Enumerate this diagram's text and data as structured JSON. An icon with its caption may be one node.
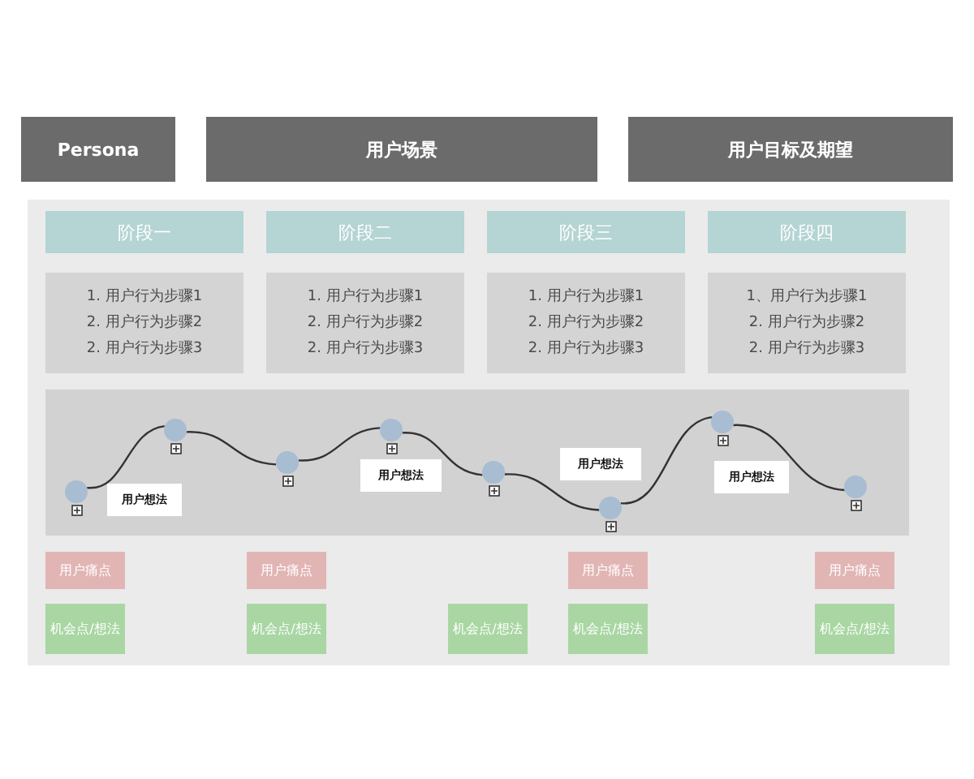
{
  "diagram": {
    "nodes": [
      {
        "text": [
          "Persona"
        ]
      },
      {
        "text": [
          "用户场景"
        ]
      },
      {
        "text": [
          "用户目标及期望"
        ]
      },
      {
        "text": [],
        "shape": "box"
      },
      {
        "text": [
          "阶段一"
        ],
        "in": 3
      },
      {
        "text": [
          "阶段二"
        ],
        "in": 3
      },
      {
        "text": [
          "阶段三"
        ],
        "in": 3
      },
      {
        "text": [
          "阶段四"
        ],
        "in": 3
      },
      {
        "text": [
          "1. 用户行为步骤1",
          "2. 用户行为步骤2",
          "2. 用户行为步骤3"
        ],
        "in": 3
      },
      {
        "text": [
          "1. 用户行为步骤1",
          "2. 用户行为步骤2",
          "2. 用户行为步骤3"
        ],
        "in": 3
      },
      {
        "text": [
          "1. 用户行为步骤1",
          "2. 用户行为步骤2",
          "2. 用户行为步骤3"
        ],
        "in": 3
      },
      {
        "text": [
          "1、用户行为步骤1",
          "2. 用户行为步骤2",
          "2. 用户行为步骤3"
        ],
        "in": 3
      },
      {
        "text": [],
        "shape": "box",
        "in": 3
      },
      {
        "text": [],
        "shape": "circle",
        "in": 12
      },
      {
        "text": [],
        "shape": "circle",
        "in": 12
      },
      {
        "text": [],
        "shape": "circle",
        "in": 12
      },
      {
        "text": [],
        "shape": "circle",
        "in": 12
      },
      {
        "text": [],
        "shape": "circle",
        "in": 12
      },
      {
        "text": [],
        "shape": "circle",
        "in": 12
      },
      {
        "text": [],
        "shape": "circle",
        "in": 12
      },
      {
        "text": [],
        "shape": "circle",
        "in": 12
      },
      {
        "text": [
          "用户想法"
        ],
        "in": 12
      },
      {
        "text": [
          "用户想法"
        ],
        "in": 12
      },
      {
        "text": [
          "用户想法"
        ],
        "in": 12
      },
      {
        "text": [
          "用户想法"
        ],
        "in": 12
      },
      {
        "text": [
          "用户痛点"
        ],
        "in": 3
      },
      {
        "text": [
          "用户痛点"
        ],
        "in": 3
      },
      {
        "text": [
          "用户痛点"
        ],
        "in": 3
      },
      {
        "text": [
          "用户痛点"
        ],
        "in": 3
      },
      {
        "text": [
          "机会点/想法"
        ],
        "in": 3
      },
      {
        "text": [
          "机会点/想法"
        ],
        "in": 3
      },
      {
        "text": [
          "机会点/想法"
        ],
        "in": 3
      },
      {
        "text": [
          "机会点/想法"
        ],
        "in": 3
      },
      {
        "text": [
          "机会点/想法"
        ],
        "in": 3
      }
    ],
    "edges": [
      {
        "from": 13,
        "to": 14,
        "arrow": "none"
      },
      {
        "from": 14,
        "to": 15,
        "arrow": "none"
      },
      {
        "from": 15,
        "to": 16,
        "arrow": "none"
      },
      {
        "from": 16,
        "to": 17,
        "arrow": "none"
      },
      {
        "from": 17,
        "to": 18,
        "arrow": "none"
      },
      {
        "from": 18,
        "to": 19,
        "arrow": "none"
      },
      {
        "from": 19,
        "to": 20,
        "arrow": "none"
      }
    ]
  }
}
